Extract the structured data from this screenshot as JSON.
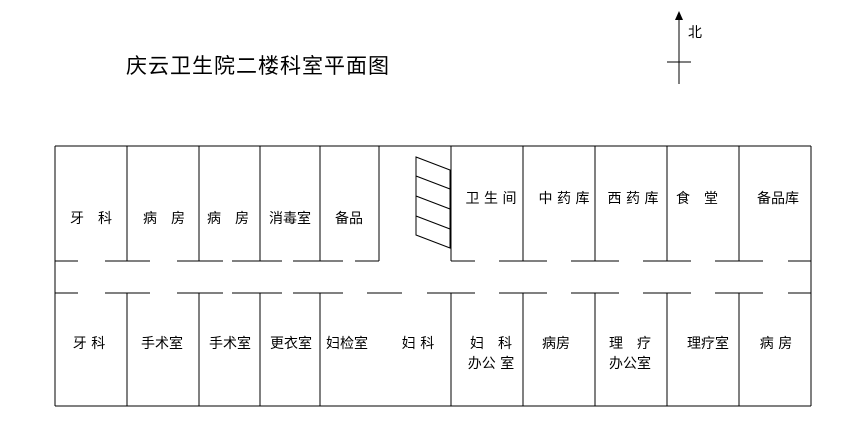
{
  "title": "庆云卫生院二楼科室平面图",
  "compass": {
    "label": "北"
  },
  "colors": {
    "line": "#000000",
    "background": "#ffffff"
  },
  "north_rooms": [
    {
      "id": "dental-north",
      "label": "牙　科"
    },
    {
      "id": "ward-north-1",
      "label": "病　房"
    },
    {
      "id": "ward-north-2",
      "label": "病　房"
    },
    {
      "id": "disinfection-room",
      "label": "消毒室"
    },
    {
      "id": "supply-room",
      "label": "备品"
    },
    {
      "id": "stairwell",
      "label": ""
    },
    {
      "id": "restroom",
      "label": "卫 生 间"
    },
    {
      "id": "chinese-pharmacy",
      "label": "中 药 库"
    },
    {
      "id": "western-pharmacy",
      "label": "西 药 库"
    },
    {
      "id": "canteen",
      "label": "食　堂"
    },
    {
      "id": "supply-storage",
      "label": "备品库"
    }
  ],
  "south_rooms": [
    {
      "id": "dental-south",
      "label": "牙 科"
    },
    {
      "id": "operating-room-1",
      "label": "手术室"
    },
    {
      "id": "operating-room-2",
      "label": "手术室"
    },
    {
      "id": "changing-room",
      "label": "更衣室"
    },
    {
      "id": "gyn-exam-room",
      "label": "妇检室"
    },
    {
      "id": "gynecology",
      "label": "妇 科"
    },
    {
      "id": "gyn-office",
      "label": "妇　科\n办公 室"
    },
    {
      "id": "ward-south-1",
      "label": "病房"
    },
    {
      "id": "physio-office",
      "label": "理　疗\n办公室"
    },
    {
      "id": "physio-room",
      "label": "理疗室"
    },
    {
      "id": "ward-south-2",
      "label": "病 房"
    }
  ]
}
